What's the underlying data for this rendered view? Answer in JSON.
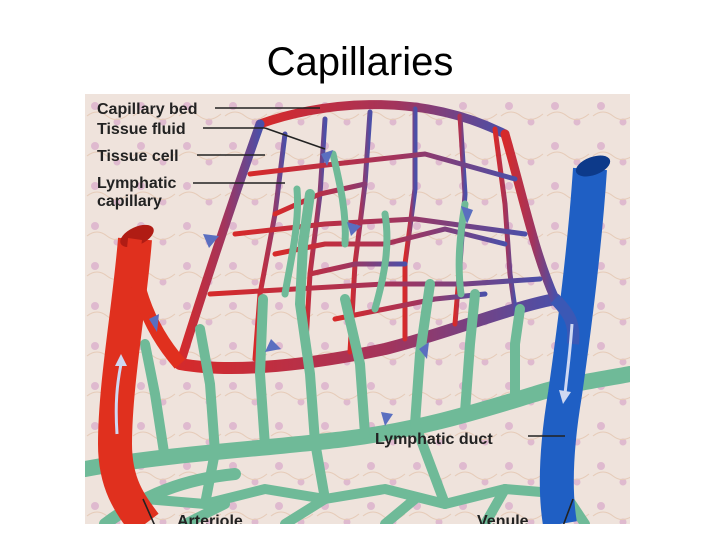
{
  "title": "Capillaries",
  "labels": {
    "capillary_bed": "Capillary bed",
    "tissue_fluid": "Tissue fluid",
    "tissue_cell": "Tissue cell",
    "lymphatic_capillary_1": "Lymphatic",
    "lymphatic_capillary_2": "capillary",
    "lymphatic_duct": "Lymphatic duct",
    "arteriole": "Arteriole",
    "venule": "Venule"
  },
  "colors": {
    "arteriole": "#e0301e",
    "venule": "#1f5fc4",
    "lymph": "#6fba98",
    "tissue_background": "#efe3dc",
    "flow_arrow": "#5a6fc0"
  }
}
